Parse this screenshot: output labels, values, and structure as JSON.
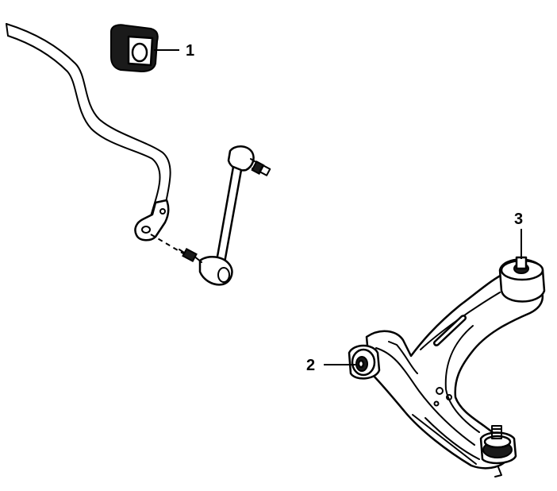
{
  "callouts": [
    {
      "number": "1",
      "part": "stabilizer-bar-bushing"
    },
    {
      "number": "2",
      "part": "lower-arm-front-bushing"
    },
    {
      "number": "3",
      "part": "lower-arm-rear-bushing"
    }
  ],
  "colors": {
    "line": "#000000",
    "background": "#ffffff"
  }
}
